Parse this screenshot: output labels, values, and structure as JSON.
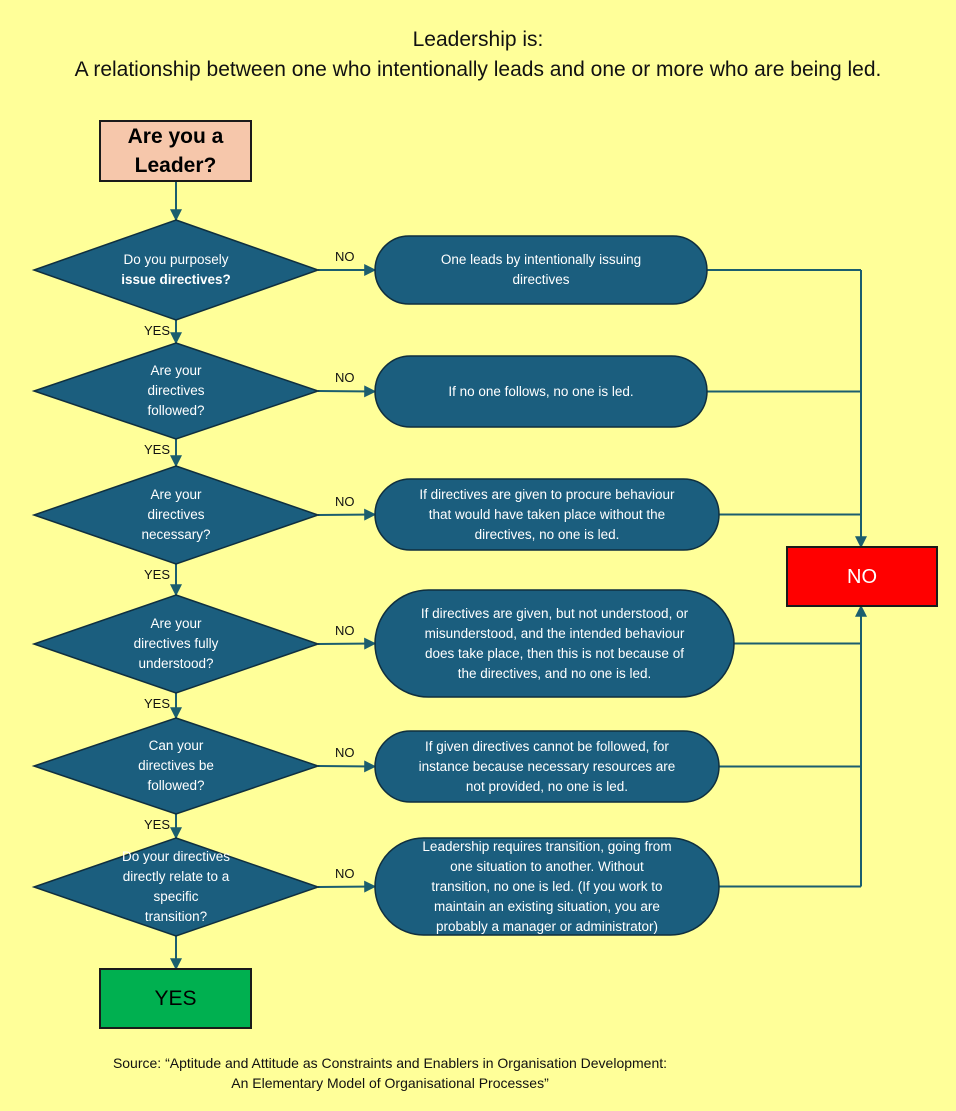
{
  "header": {
    "line1": "Leadership is:",
    "line2": "A relationship between one who intentionally leads and one or more who are being led."
  },
  "colors": {
    "background": "#ffff99",
    "node_fill": "#1b5e7e",
    "start_fill": "#f6c7ab",
    "yes_fill": "#00b050",
    "no_fill": "#ff0000",
    "connector": "#1b5e6e"
  },
  "start": {
    "label": "Are you a\nLeader?"
  },
  "edge_labels": {
    "yes": "YES",
    "no": "NO"
  },
  "questions": [
    {
      "text": "Do you purposely",
      "bold_text": "issue directives?"
    },
    {
      "text": "Are your\ndirectives\nfollowed?"
    },
    {
      "text": "Are your\ndirectives\nnecessary?"
    },
    {
      "text": "Are your\ndirectives fully\nunderstood?"
    },
    {
      "text": "Can your\ndirectives be\nfollowed?"
    },
    {
      "text": "Do your directives\ndirectly relate to a\nspecific\ntransition?"
    }
  ],
  "explanations": [
    {
      "text": "One leads by intentionally issuing\ndirectives"
    },
    {
      "text": "If no one follows, no one is led."
    },
    {
      "text": "If directives are given to procure behaviour\nthat would have taken place without the\ndirectives, no one is led."
    },
    {
      "text": "If directives are given, but not understood, or\nmisunderstood, and the intended behaviour\ndoes take place, then this is not because of\nthe directives, and no one is led."
    },
    {
      "text": "If given directives cannot be followed, for\ninstance because necessary resources are\nnot provided, no one is led."
    },
    {
      "text": "Leadership requires transition, going from\none situation to another. Without\ntransition, no one is led. (If you work to\nmaintain an existing situation, you are\nprobably a manager or administrator)"
    }
  ],
  "outcomes": {
    "yes": "YES",
    "no": "NO"
  },
  "source": "Source: “Aptitude and Attitude as Constraints and Enablers in Organisation Development:\nAn Elementary Model of Organisational Processes”"
}
